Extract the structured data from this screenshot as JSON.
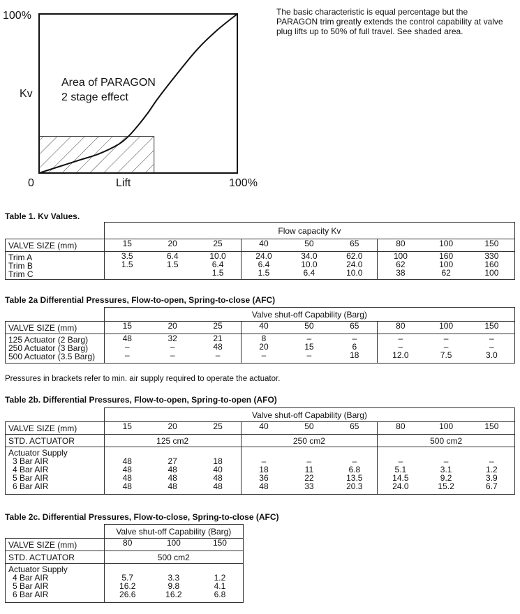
{
  "chart": {
    "y_top_label": "100%",
    "y_axis_label": "Kv",
    "origin_label": "0",
    "x_axis_label": "Lift",
    "x_right_label": "100%",
    "annotation_line1": "Area of PARAGON",
    "annotation_line2": "2 stage effect"
  },
  "chart_data": {
    "type": "line",
    "xlabel": "Lift",
    "ylabel": "Kv",
    "xlim": [
      0,
      100
    ],
    "ylim": [
      0,
      100
    ],
    "x": [
      0,
      10,
      20,
      30,
      40,
      45,
      50,
      55,
      60,
      70,
      80,
      90,
      100
    ],
    "values": [
      0,
      4,
      8,
      12,
      18,
      23,
      30,
      38,
      47,
      63,
      78,
      90,
      100
    ],
    "shaded_region": {
      "x_range": [
        0,
        58
      ],
      "y_range": [
        0,
        23
      ]
    }
  },
  "intro_text": "The basic characteristic is equal percentage but the PARAGON trim greatly extends the control capability at valve plug lifts up to 50% of full travel. See shaded area.",
  "table1": {
    "caption": "Table 1. Kv Values.",
    "group_header": "Flow capacity Kv",
    "size_label": "VALVE SIZE (mm)",
    "sizes": [
      [
        "15",
        "20",
        "25"
      ],
      [
        "40",
        "50",
        "65"
      ],
      [
        "80",
        "100",
        "150"
      ]
    ],
    "row_labels": [
      "Trim A",
      "Trim B",
      "Trim C"
    ],
    "values": [
      [
        [
          "3.5",
          "6.4",
          "10.0"
        ],
        [
          "24.0",
          "34.0",
          "62.0"
        ],
        [
          "100",
          "160",
          "330"
        ]
      ],
      [
        [
          "1.5",
          "1.5",
          "6.4"
        ],
        [
          "6.4",
          "10.0",
          "24.0"
        ],
        [
          "62",
          "100",
          "160"
        ]
      ],
      [
        [
          "",
          "",
          "1.5"
        ],
        [
          "1.5",
          "6.4",
          "10.0"
        ],
        [
          "38",
          "62",
          "100"
        ]
      ]
    ]
  },
  "table2a": {
    "caption": "Table 2a Differential Pressures, Flow-to-open, Spring-to-close (AFC)",
    "group_header": "Valve shut-off Capability (Barg)",
    "size_label": "VALVE SIZE (mm)",
    "sizes": [
      [
        "15",
        "20",
        "25"
      ],
      [
        "40",
        "50",
        "65"
      ],
      [
        "80",
        "100",
        "150"
      ]
    ],
    "row_labels": [
      "125 Actuator (2 Barg)",
      "250 Actuator (3 Barg)",
      "500 Actuator (3.5 Barg)"
    ],
    "values": [
      [
        [
          "48",
          "32",
          "21"
        ],
        [
          "8",
          "–",
          "–"
        ],
        [
          "–",
          "–",
          "–"
        ]
      ],
      [
        [
          "–",
          "–",
          "48"
        ],
        [
          "20",
          "15",
          "6"
        ],
        [
          "–",
          "–",
          "–"
        ]
      ],
      [
        [
          "–",
          "–",
          "–"
        ],
        [
          "–",
          "–",
          "18"
        ],
        [
          "12.0",
          "7.5",
          "3.0"
        ]
      ]
    ]
  },
  "note_2a": "Pressures in brackets refer to min. air supply required to operate the actuator.",
  "table2b": {
    "caption": "Table 2b. Differential Pressures, Flow-to-open, Spring-to-open (AFO)",
    "group_header": "Valve shut-off Capability (Barg)",
    "size_label": "VALVE SIZE (mm)",
    "sizes": [
      [
        "15",
        "20",
        "25"
      ],
      [
        "40",
        "50",
        "65"
      ],
      [
        "80",
        "100",
        "150"
      ]
    ],
    "actuator_label": "STD. ACTUATOR",
    "actuators": [
      "125 cm2",
      "250 cm2",
      "500 cm2"
    ],
    "supply_label": "Actuator Supply",
    "row_labels": [
      "3 Bar AIR",
      "4 Bar AIR",
      "5 Bar AIR",
      "6 Bar AIR"
    ],
    "values": [
      [
        [
          "48",
          "27",
          "18"
        ],
        [
          "–",
          "–",
          "–"
        ],
        [
          "–",
          "–",
          "–"
        ]
      ],
      [
        [
          "48",
          "48",
          "40"
        ],
        [
          "18",
          "11",
          "6.8"
        ],
        [
          "5.1",
          "3.1",
          "1.2"
        ]
      ],
      [
        [
          "48",
          "48",
          "48"
        ],
        [
          "36",
          "22",
          "13.5"
        ],
        [
          "14.5",
          "9.2",
          "3.9"
        ]
      ],
      [
        [
          "48",
          "48",
          "48"
        ],
        [
          "48",
          "33",
          "20.3"
        ],
        [
          "24.0",
          "15.2",
          "6.7"
        ]
      ]
    ]
  },
  "table2c": {
    "caption": "Table 2c. Differential Pressures, Flow-to-close, Spring-to-close (AFC)",
    "group_header": "Valve shut-off Capability (Barg)",
    "size_label": "VALVE SIZE (mm)",
    "sizes": [
      "80",
      "100",
      "150"
    ],
    "actuator_label": "STD. ACTUATOR",
    "actuator": "500 cm2",
    "supply_label": "Actuator Supply",
    "row_labels": [
      "4 Bar AIR",
      "5 Bar AIR",
      "6 Bar AIR"
    ],
    "values": [
      [
        "5.7",
        "3.3",
        "1.2"
      ],
      [
        "16.2",
        "9.8",
        "4.1"
      ],
      [
        "26.6",
        "16.2",
        "6.8"
      ]
    ]
  }
}
